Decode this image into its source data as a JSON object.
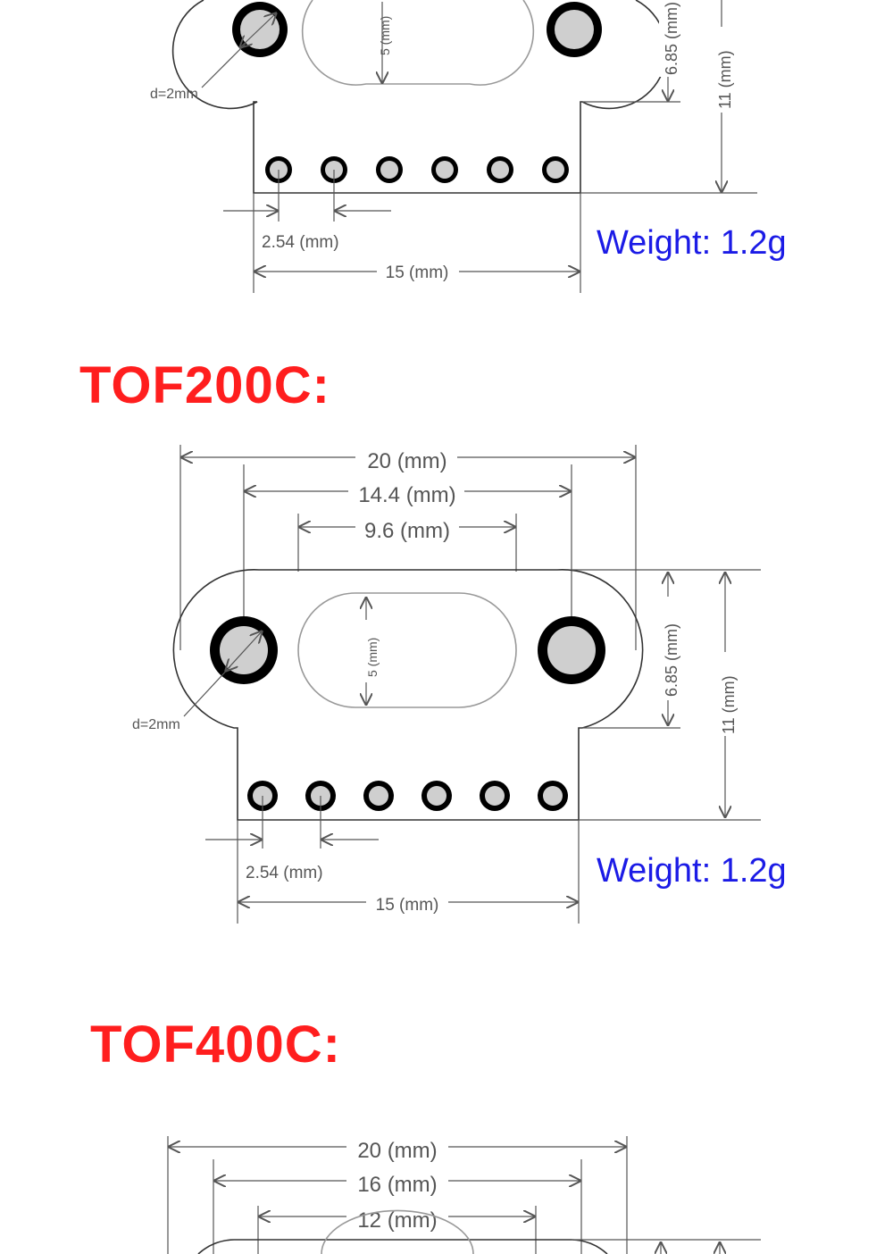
{
  "colors": {
    "heading": "#ff1e1e",
    "weight": "#1b1be6",
    "outline": "#333333",
    "dimension": "#555555",
    "hole_fill": "#cfcfcf"
  },
  "sections": [
    {
      "id": "tof-top",
      "heading": "",
      "dims": {
        "total_width": "",
        "hole_spacing": "",
        "window_width": "",
        "window_height": "5 (mm)",
        "hole_offset": "6.85 (mm)",
        "board_height": "11 (mm)",
        "hole_diameter": "d=2mm",
        "pin_pitch": "2.54 (mm)",
        "bottom_width": "15 (mm)"
      },
      "weight": "Weight: 1.2g"
    },
    {
      "id": "tof200c",
      "heading": "TOF200C:",
      "dims": {
        "total_width": "20 (mm)",
        "hole_spacing": "14.4 (mm)",
        "window_width": "9.6 (mm)",
        "window_height": "5 (mm)",
        "hole_offset": "6.85 (mm)",
        "board_height": "11 (mm)",
        "hole_diameter": "d=2mm",
        "pin_pitch": "2.54 (mm)",
        "bottom_width": "15 (mm)"
      },
      "weight": "Weight: 1.2g"
    },
    {
      "id": "tof400c",
      "heading": "TOF400C:",
      "dims": {
        "total_width": "20 (mm)",
        "hole_spacing": "16 (mm)",
        "window_width": "12 (mm)"
      },
      "weight": ""
    }
  ]
}
